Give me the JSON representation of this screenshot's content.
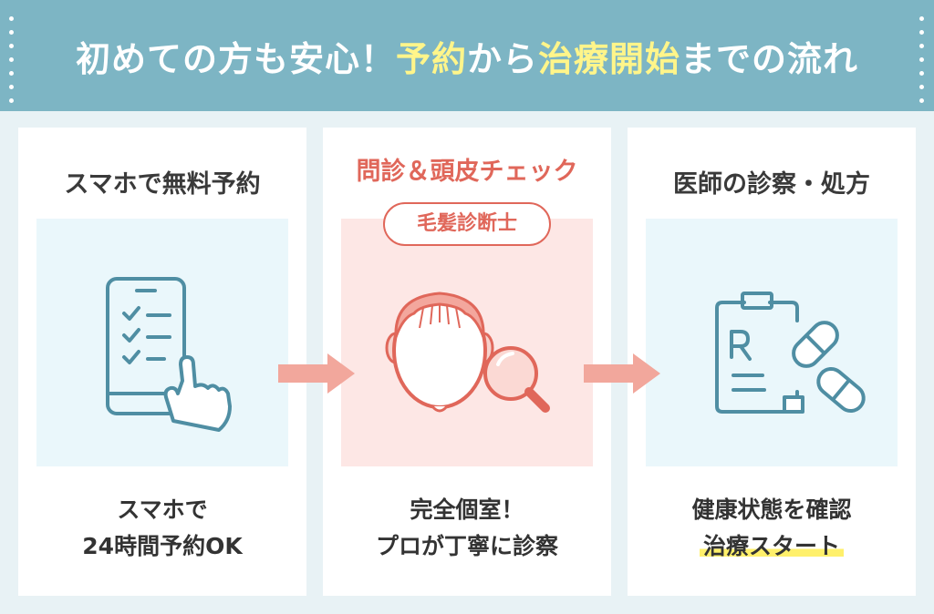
{
  "header": {
    "title_part1": "初めての方も安心！",
    "title_hl1": "予約",
    "title_part2": "から",
    "title_hl2": "治療開始",
    "title_part3": "までの流れ"
  },
  "steps": [
    {
      "title": "スマホで無料予約",
      "caption_line1": "スマホで",
      "caption_line2": "24時間予約OK",
      "icon": "smartphone-checklist-icon"
    },
    {
      "title": "問診＆頭皮チェック",
      "badge": "毛髪診断士",
      "caption_line1": "完全個室！",
      "caption_line2": "プロが丁寧に診察",
      "icon": "scalp-magnifier-icon"
    },
    {
      "title": "医師の診察・処方",
      "caption_line1": "健康状態を確認",
      "caption_line2": "治療スタート",
      "icon": "prescription-pills-icon"
    }
  ],
  "colors": {
    "header_bg": "#7db5c4",
    "highlight_yellow": "#fff58a",
    "accent_red": "#e0675a",
    "arrow": "#f2a79c",
    "icon_blue": "#4f8ea3"
  }
}
